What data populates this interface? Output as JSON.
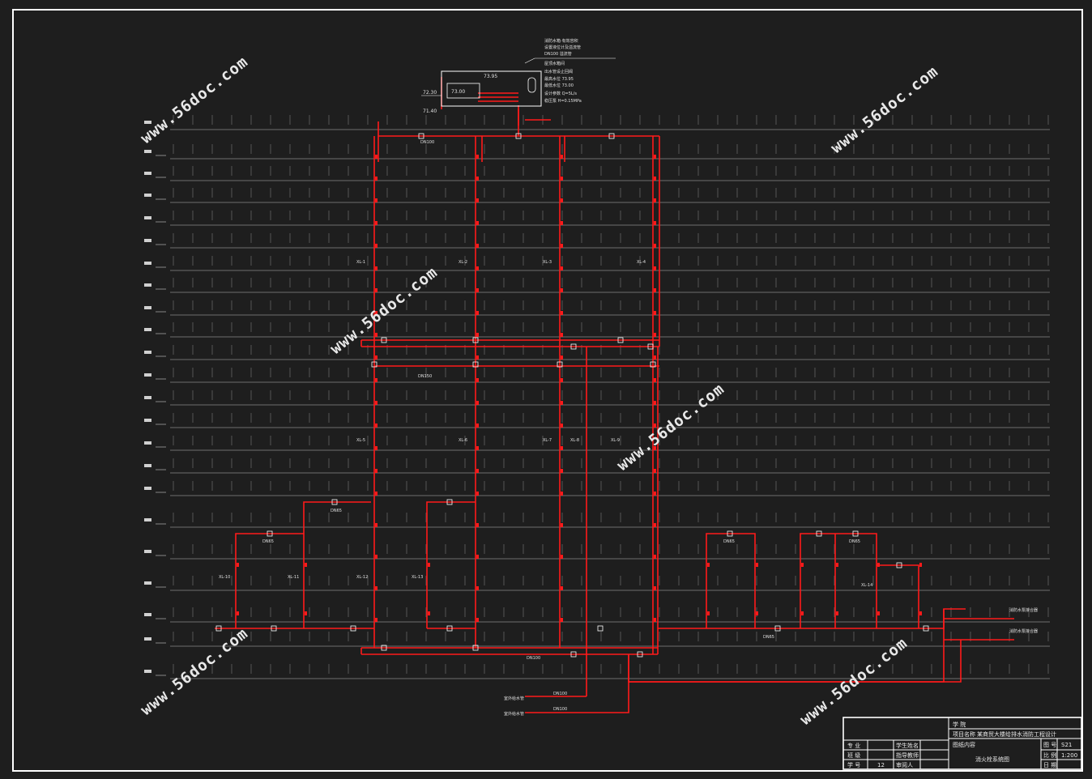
{
  "watermark": "www.56doc.com",
  "tank": {
    "levels": [
      "73.95",
      "73.00",
      "72.30",
      "71.40"
    ],
    "notes": [
      "消防水箱·有效容积",
      "设置液位计及溢流管",
      "DN100 溢流管",
      "屋顶水箱间",
      "出水管设止回阀",
      "最高水位 73.95",
      "最低水位 73.00",
      "设计参数 Q=5L/s",
      "稳压泵 H=0.15MPa"
    ]
  },
  "riser_labels": [
    "XL-1",
    "XL-2",
    "XL-3",
    "XL-4",
    "XL-5",
    "XL-6",
    "XL-7",
    "XL-8",
    "XL-9",
    "XL-10",
    "XL-11",
    "XL-12",
    "XL-13",
    "XL-14"
  ],
  "pipe_labels": [
    "DN100",
    "DN150",
    "DN65"
  ],
  "inlets": [
    "消防水泵接合器",
    "消防水泵接合器"
  ],
  "incoming": [
    "室外给水管",
    "室外给水管"
  ],
  "title_block": {
    "school": "学 院",
    "project_label": "项目名称",
    "project": "某商贸大楼给排水消防工程设计",
    "content_label": "图纸内容",
    "drawing": "消火栓系统图",
    "rows": [
      {
        "k": "专 业",
        "v": "",
        "k2": "学生姓名",
        "v2": ""
      },
      {
        "k": "班 级",
        "v": "",
        "k2": "指导教师",
        "v2": ""
      },
      {
        "k": "学 号",
        "v": "12",
        "k2": "审阅人",
        "v2": ""
      }
    ],
    "sheet_no_label": "图 号",
    "sheet_no": "S21",
    "scale_label": "比 例",
    "scale": "1:200",
    "date_label": "日 期",
    "date": ""
  }
}
